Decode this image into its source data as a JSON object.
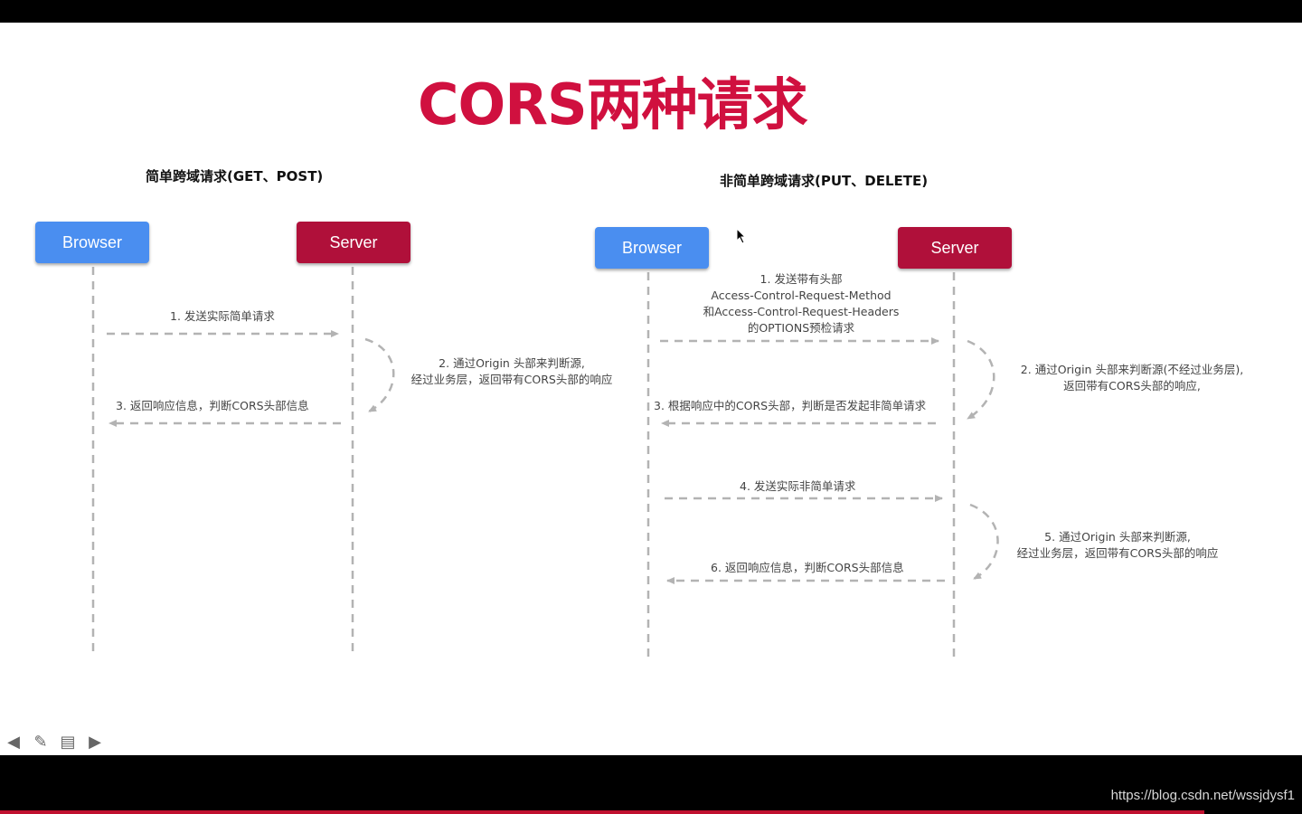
{
  "slide": {
    "title": "CORS两种请求"
  },
  "simple": {
    "heading": "简单跨域请求(GET、POST)",
    "browser": "Browser",
    "server": "Server",
    "steps": {
      "s1": "1. 发送实际简单请求",
      "s2_line1": "2. 通过Origin 头部来判断源,",
      "s2_line2": "经过业务层，返回带有CORS头部的响应",
      "s3": "3. 返回响应信息，判断CORS头部信息"
    }
  },
  "nonsimple": {
    "heading": "非简单跨域请求(PUT、DELETE)",
    "browser": "Browser",
    "server": "Server",
    "steps": {
      "s1_line1": "1. 发送带有头部",
      "s1_line2": "Access-Control-Request-Method",
      "s1_line3": "和Access-Control-Request-Headers",
      "s1_line4": "的OPTIONS预检请求",
      "s2_line1": "2. 通过Origin 头部来判断源(不经过业务层),",
      "s2_line2": "返回带有CORS头部的响应,",
      "s3": "3. 根据响应中的CORS头部，判断是否发起非简单请求",
      "s4": "4. 发送实际非简单请求",
      "s5_line1": "5. 通过Origin 头部来判断源,",
      "s5_line2": "经过业务层，返回带有CORS头部的响应",
      "s6": "6. 返回响应信息，判断CORS头部信息"
    }
  },
  "player": {
    "controls": [
      {
        "name": "prev-arrow-icon",
        "glyph": "◀"
      },
      {
        "name": "pen-icon",
        "glyph": "✎"
      },
      {
        "name": "menu-icon",
        "glyph": "▤"
      },
      {
        "name": "next-arrow-icon",
        "glyph": "▶"
      }
    ],
    "progress_fraction": 0.925,
    "watermark_url": "https://blog.csdn.net/wssjdysf1"
  },
  "colors": {
    "title": "#d0103f",
    "browser": "#4a8ef0",
    "server": "#b0103a",
    "arrow": "#b3b3b3"
  }
}
